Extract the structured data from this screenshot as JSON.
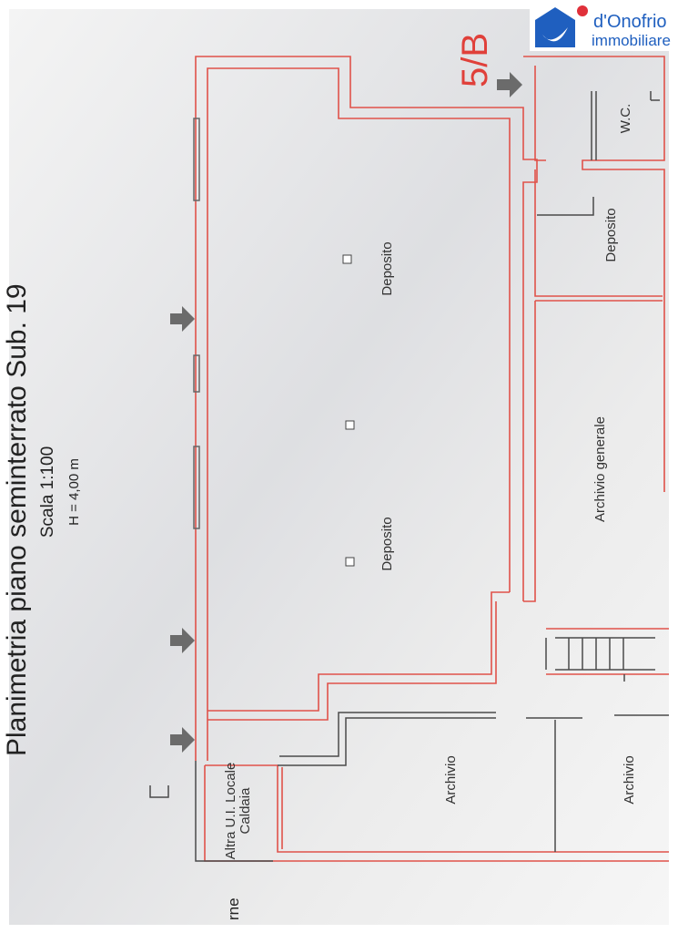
{
  "title": "Planimetria piano seminterrato Sub. 19",
  "scale": "Scala 1:100",
  "height": "H = 4,00 m",
  "unit_marker": "5/B",
  "logo": {
    "line1": "d'Onofrio",
    "line2": "immobiliare",
    "brand_color": "#1f5fbf",
    "dot_color": "#e0303a"
  },
  "rooms": {
    "deposito_1": "Deposito",
    "deposito_2": "Deposito",
    "deposito_3": "Deposito",
    "wc": "W.C.",
    "archivio_generale": "Archivio generale",
    "archivio_1": "Archivio",
    "archivio_2": "Archivio",
    "altra_ui_line1": "Altra U.I. Locale",
    "altra_ui_line2": "Caldaia"
  },
  "edge_text": "rne"
}
